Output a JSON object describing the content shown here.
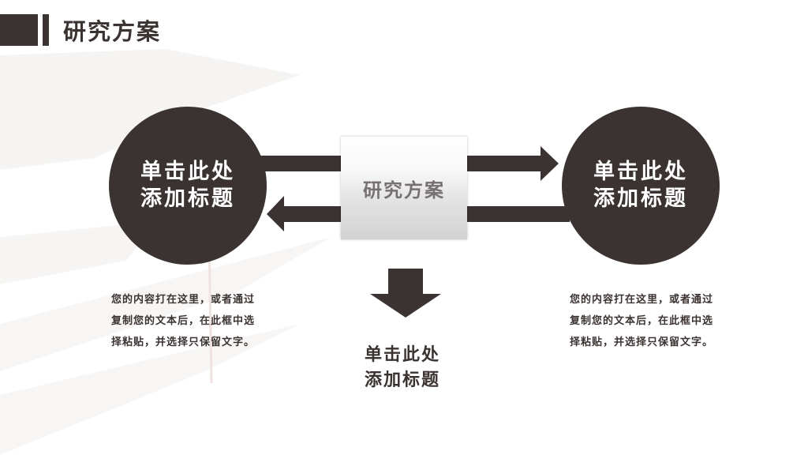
{
  "header": {
    "title": "研究方案"
  },
  "left_node": {
    "title_line1": "单击此处",
    "title_line2": "添加标题",
    "body": "您的内容打在这里，或者通过复制您的文本后，在此框中选择粘贴，并选择只保留文字。"
  },
  "center_node": {
    "label": "研究方案"
  },
  "right_node": {
    "title_line1": "单击此处",
    "title_line2": "添加标题",
    "body": "您的内容打在这里，或者通过复制您的文本后，在此框中选择粘贴，并选择只保留文字。"
  },
  "bottom_node": {
    "title_line1": "单击此处",
    "title_line2": "添加标题"
  },
  "colors": {
    "primary": "#3b3332",
    "background": "#ffffff",
    "center_text": "#777070"
  }
}
